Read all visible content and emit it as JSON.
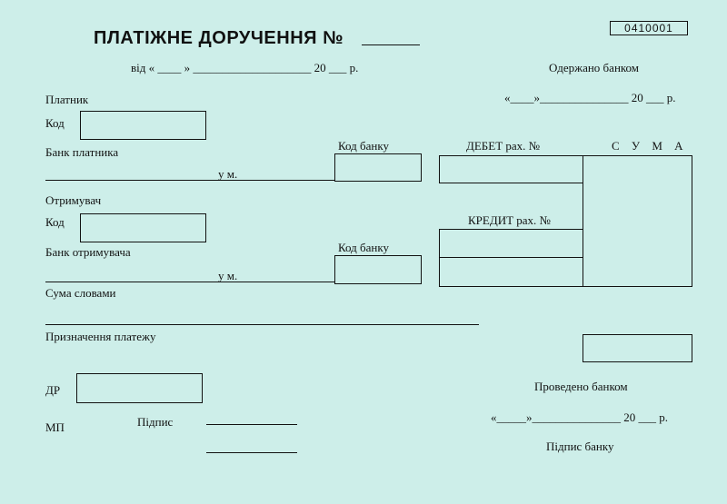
{
  "header": {
    "title": "ПЛАТІЖНЕ ДОРУЧЕННЯ №",
    "form_code": "0410001",
    "date_line": "від « ____ » ____________________ 20 ___ р.",
    "received_label": "Одержано банком",
    "received_date": "«____»_______________ 20 ___ р."
  },
  "payer": {
    "section_label": "Платник",
    "code_label": "Код",
    "bank_label": "Банк платника",
    "city_label": "у м.",
    "bank_code_label": "Код банку"
  },
  "accounts": {
    "debit_label": "ДЕБЕТ рах. №",
    "sum_label": "С У М А",
    "credit_label": "КРЕДИТ рах. №"
  },
  "recipient": {
    "section_label": "Отримувач",
    "code_label": "Код",
    "bank_label": "Банк отримувача",
    "city_label": "у м.",
    "bank_code_label": "Код банку"
  },
  "payment": {
    "sum_words_label": "Сума словами",
    "purpose_label": "Призначення платежу"
  },
  "footer": {
    "dr_label": "ДР",
    "mp_label": "МП",
    "signature_label": "Підпис",
    "processed_label": "Проведено банком",
    "processed_date": "«_____»_______________ 20 ___ р.",
    "bank_signature_label": "Підпис банку"
  }
}
